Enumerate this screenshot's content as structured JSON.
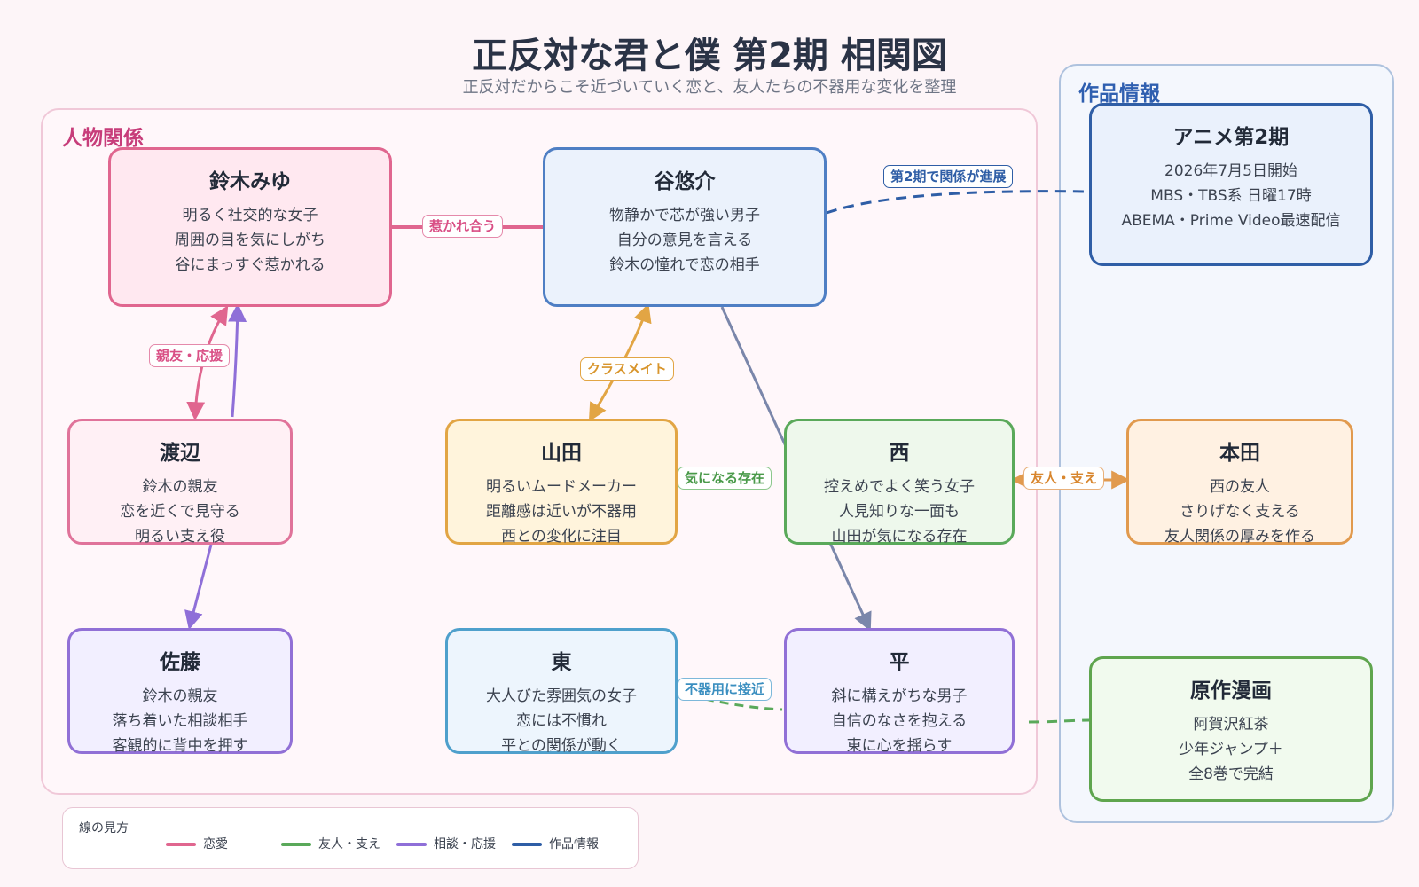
{
  "title": "正反対な君と僕 第2期 相関図",
  "subtitle": "正反対だからこそ近づいていく恋と、友人たちの不器用な変化を整理",
  "panels": {
    "relations": "人物関係",
    "work": "作品情報"
  },
  "colors": {
    "romance": "#e0668f",
    "friend": "#5aa95a",
    "support": "#8f6fd8",
    "info": "#2f5ea6",
    "classmate": "#e2a544",
    "slate": "#7a86aa"
  },
  "nodes": {
    "suzuki": {
      "name": "鈴木みゆ",
      "lines": [
        "明るく社交的な女子",
        "周囲の目を気にしがち",
        "谷にまっすぐ惹かれる"
      ]
    },
    "tani": {
      "name": "谷悠介",
      "lines": [
        "物静かで芯が強い男子",
        "自分の意見を言える",
        "鈴木の憧れで恋の相手"
      ]
    },
    "watanabe": {
      "name": "渡辺",
      "lines": [
        "鈴木の親友",
        "恋を近くで見守る",
        "明るい支え役"
      ]
    },
    "yamada": {
      "name": "山田",
      "lines": [
        "明るいムードメーカー",
        "距離感は近いが不器用",
        "西との変化に注目"
      ]
    },
    "nishi": {
      "name": "西",
      "lines": [
        "控えめでよく笑う女子",
        "人見知りな一面も",
        "山田が気になる存在"
      ]
    },
    "honda": {
      "name": "本田",
      "lines": [
        "西の友人",
        "さりげなく支える",
        "友人関係の厚みを作る"
      ]
    },
    "sato": {
      "name": "佐藤",
      "lines": [
        "鈴木の親友",
        "落ち着いた相談相手",
        "客観的に背中を押す"
      ]
    },
    "azuma": {
      "name": "東",
      "lines": [
        "大人びた雰囲気の女子",
        "恋には不慣れ",
        "平との関係が動く"
      ]
    },
    "taira": {
      "name": "平",
      "lines": [
        "斜に構えがちな男子",
        "自信のなさを抱える",
        "東に心を揺らす"
      ]
    },
    "anime": {
      "name": "アニメ第2期",
      "lines": [
        "2026年7月5日開始",
        "MBS・TBS系 日曜17時",
        "ABEMA・Prime Video最速配信"
      ]
    },
    "manga": {
      "name": "原作漫画",
      "lines": [
        "阿賀沢紅茶",
        "少年ジャンプ＋",
        "全8巻で完結"
      ]
    }
  },
  "edge_labels": {
    "attracted": "惹かれ合う",
    "season2": "第2期で関係が進展",
    "best_friend": "親友・応援",
    "classmate": "クラスメイト",
    "interested": "気になる存在",
    "friend_support": "友人・支え",
    "awkward": "不器用に接近"
  },
  "legend": {
    "title": "線の見方",
    "items": [
      {
        "label": "恋愛",
        "color": "#e0668f"
      },
      {
        "label": "友人・支え",
        "color": "#5aa95a"
      },
      {
        "label": "相談・応援",
        "color": "#8f6fd8"
      },
      {
        "label": "作品情報",
        "color": "#2f5ea6"
      }
    ]
  }
}
